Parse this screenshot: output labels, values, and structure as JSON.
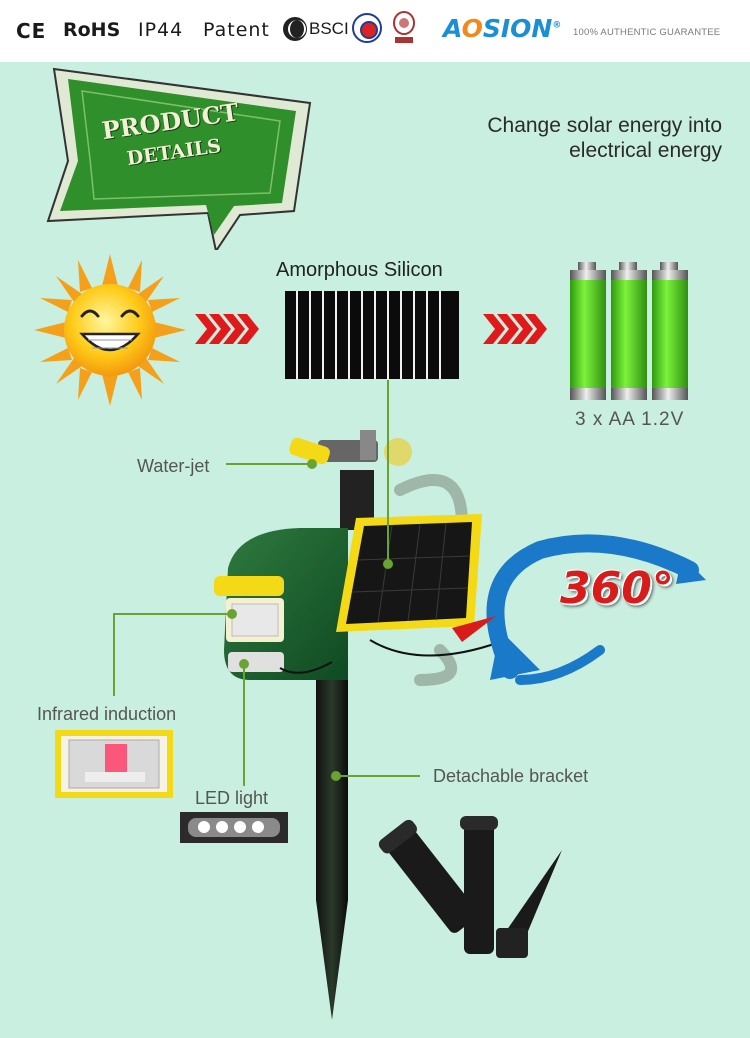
{
  "header": {
    "certifications": [
      "CE",
      "RoHS",
      "IP44",
      "Patent",
      "BSCI"
    ],
    "brand": {
      "pre": "A",
      "o": "O",
      "post": "SION",
      "reg": "®"
    },
    "guarantee": "100% AUTHENTIC GUARANTEE"
  },
  "badge": {
    "line1": "PRODUCT",
    "line2": "DETAILS"
  },
  "headline": {
    "line1": "Change solar energy into",
    "line2": "electrical energy"
  },
  "labels": {
    "silicon": "Amorphous Silicon",
    "battery": "3 x AA 1.2V",
    "water_jet": "Water-jet",
    "infrared": "Infrared induction",
    "led": "LED light",
    "bracket": "Detachable bracket",
    "rotation": "360°"
  },
  "colors": {
    "background": "#c9efe0",
    "badge_green": "#2f8f2a",
    "arrow_red": "#e01a1a",
    "battery_green": "#4fd11d",
    "leader_line": "#6aa332",
    "rotation_blue": "#1a79c9",
    "rotation_red": "#d81c1c"
  },
  "icons": [
    "sun-icon",
    "chevron-arrows-icon",
    "solar-cell-icon",
    "battery-icon",
    "rotation-arrow-icon",
    "stake-icon"
  ]
}
